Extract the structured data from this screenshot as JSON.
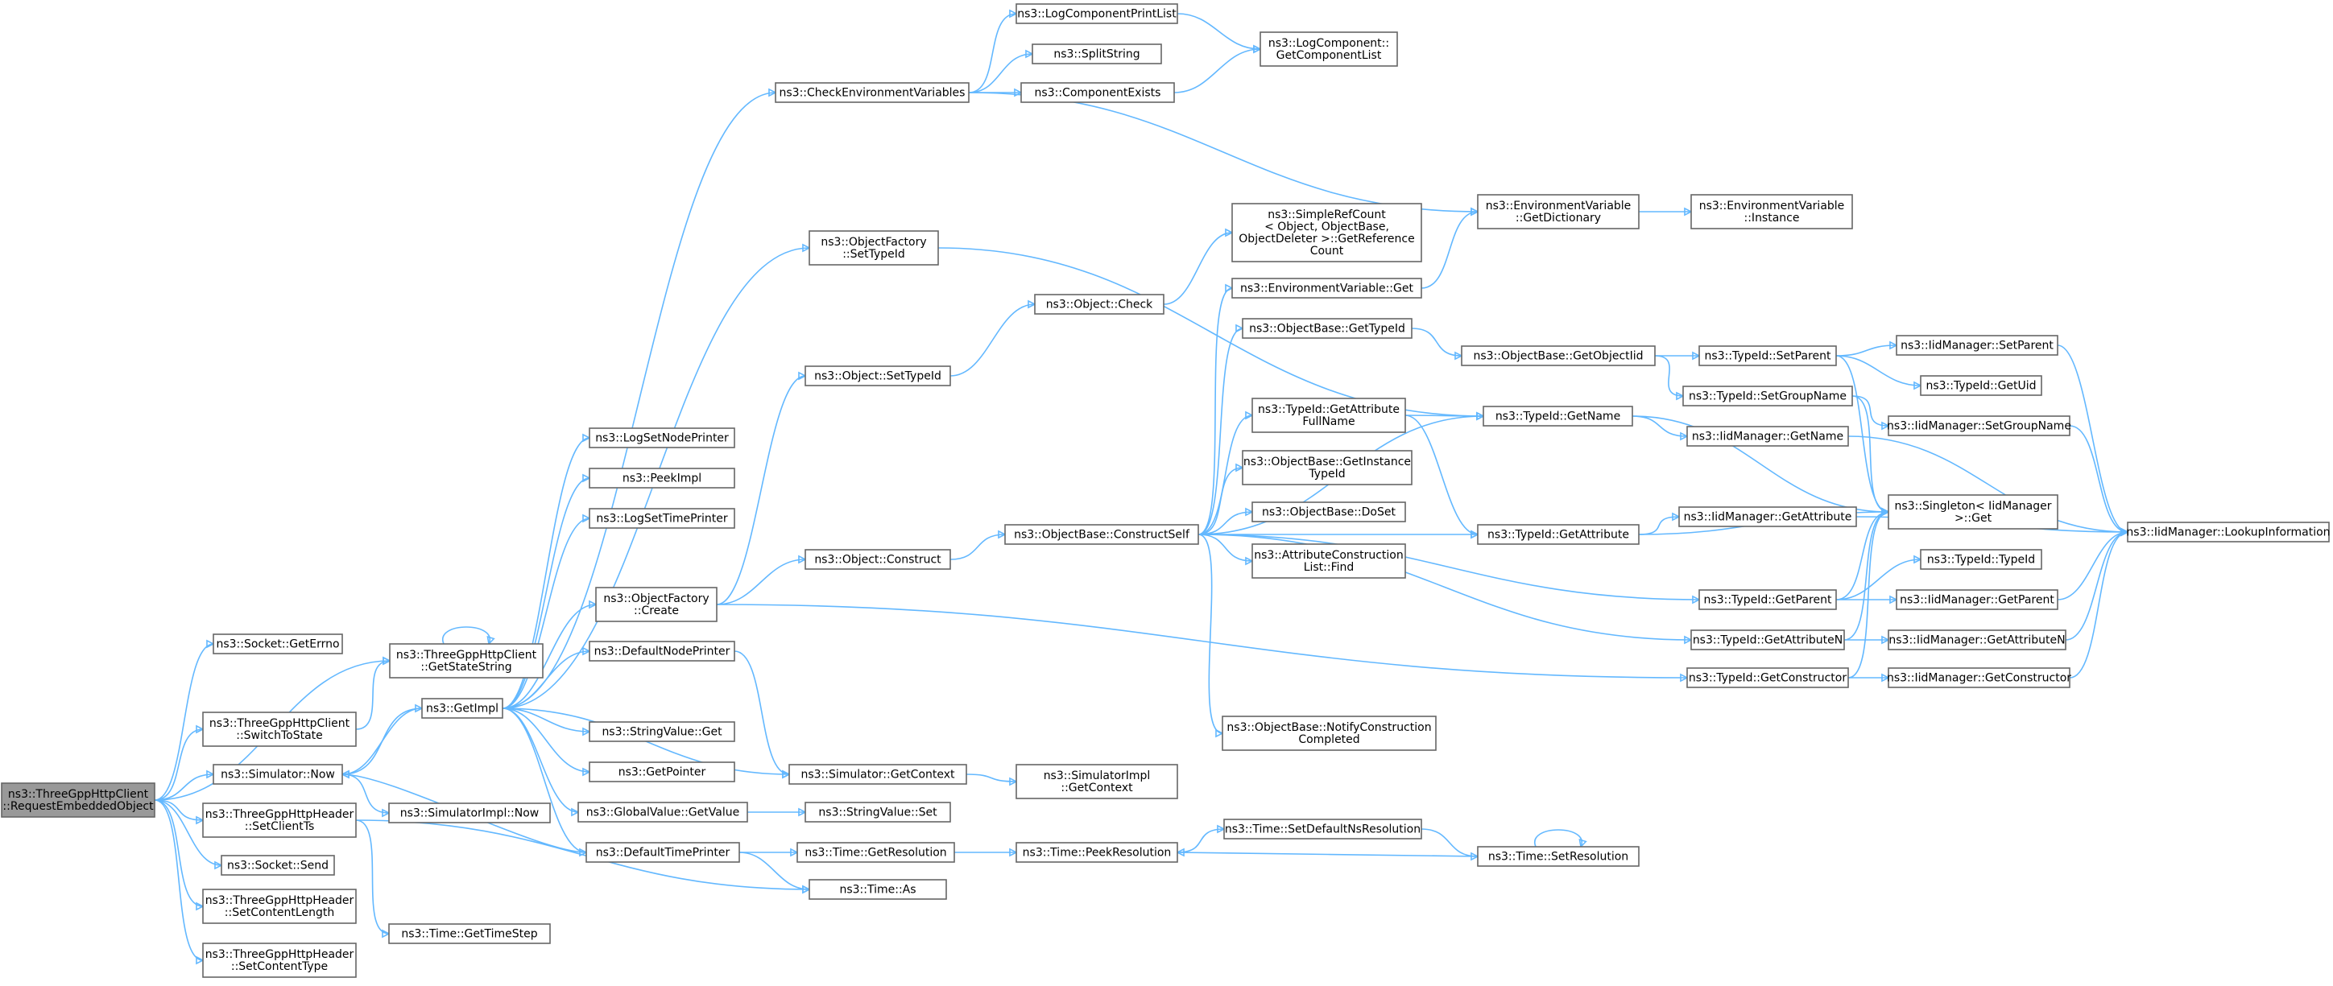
{
  "diagram": {
    "type": "call-graph",
    "colors": {
      "edge": "#63b8ff",
      "node_border": "#666666",
      "root_fill": "#999999",
      "node_fill": "#ffffff"
    },
    "nodes": [
      {
        "id": "root",
        "lines": [
          "ns3::ThreeGppHttpClient",
          "::RequestEmbeddedObject"
        ],
        "root": true
      },
      {
        "id": "sockGetErrno",
        "lines": [
          "ns3::Socket::GetErrno"
        ]
      },
      {
        "id": "getStateString",
        "lines": [
          "ns3::ThreeGppHttpClient",
          "::GetStateString"
        ]
      },
      {
        "id": "switchToState",
        "lines": [
          "ns3::ThreeGppHttpClient",
          "::SwitchToState"
        ]
      },
      {
        "id": "simNow",
        "lines": [
          "ns3::Simulator::Now"
        ]
      },
      {
        "id": "setClientTs",
        "lines": [
          "ns3::ThreeGppHttpHeader",
          "::SetClientTs"
        ]
      },
      {
        "id": "sockSend",
        "lines": [
          "ns3::Socket::Send"
        ]
      },
      {
        "id": "setContentLength",
        "lines": [
          "ns3::ThreeGppHttpHeader",
          "::SetContentLength"
        ]
      },
      {
        "id": "setContentType",
        "lines": [
          "ns3::ThreeGppHttpHeader",
          "::SetContentType"
        ]
      },
      {
        "id": "getImpl",
        "lines": [
          "ns3::GetImpl"
        ]
      },
      {
        "id": "simImplNow",
        "lines": [
          "ns3::SimulatorImpl::Now"
        ]
      },
      {
        "id": "timeGetTimeStep",
        "lines": [
          "ns3::Time::GetTimeStep"
        ]
      },
      {
        "id": "logSetNodePrinter",
        "lines": [
          "ns3::LogSetNodePrinter"
        ]
      },
      {
        "id": "peekImpl",
        "lines": [
          "ns3::PeekImpl"
        ]
      },
      {
        "id": "logSetTimePrinter",
        "lines": [
          "ns3::LogSetTimePrinter"
        ]
      },
      {
        "id": "objFactoryCreate",
        "lines": [
          "ns3::ObjectFactory",
          "::Create"
        ]
      },
      {
        "id": "defaultNodePrinter",
        "lines": [
          "ns3::DefaultNodePrinter"
        ]
      },
      {
        "id": "stringValueGet",
        "lines": [
          "ns3::StringValue::Get"
        ]
      },
      {
        "id": "getPointer",
        "lines": [
          "ns3::GetPointer"
        ]
      },
      {
        "id": "globalValueGetValue",
        "lines": [
          "ns3::GlobalValue::GetValue"
        ]
      },
      {
        "id": "defaultTimePrinter",
        "lines": [
          "ns3::DefaultTimePrinter"
        ]
      },
      {
        "id": "checkEnvVars",
        "lines": [
          "ns3::CheckEnvironmentVariables"
        ]
      },
      {
        "id": "objFactorySetTypeId",
        "lines": [
          "ns3::ObjectFactory",
          "::SetTypeId"
        ]
      },
      {
        "id": "objSetTypeId",
        "lines": [
          "ns3::Object::SetTypeId"
        ]
      },
      {
        "id": "objConstruct",
        "lines": [
          "ns3::Object::Construct"
        ]
      },
      {
        "id": "simGetContext",
        "lines": [
          "ns3::Simulator::GetContext"
        ]
      },
      {
        "id": "stringValueSet",
        "lines": [
          "ns3::StringValue::Set"
        ]
      },
      {
        "id": "timeGetResolution",
        "lines": [
          "ns3::Time::GetResolution"
        ]
      },
      {
        "id": "timeAs",
        "lines": [
          "ns3::Time::As"
        ]
      },
      {
        "id": "logCompPrintList",
        "lines": [
          "ns3::LogComponentPrintList"
        ]
      },
      {
        "id": "splitString",
        "lines": [
          "ns3::SplitString"
        ]
      },
      {
        "id": "componentExists",
        "lines": [
          "ns3::ComponentExists"
        ]
      },
      {
        "id": "objCheck",
        "lines": [
          "ns3::Object::Check"
        ]
      },
      {
        "id": "constructSelf",
        "lines": [
          "ns3::ObjectBase::ConstructSelf"
        ]
      },
      {
        "id": "simImplGetContext",
        "lines": [
          "ns3::SimulatorImpl",
          "::GetContext"
        ]
      },
      {
        "id": "timePeekResolution",
        "lines": [
          "ns3::Time::PeekResolution"
        ]
      },
      {
        "id": "logCompGetList",
        "lines": [
          "ns3::LogComponent::",
          "GetComponentList"
        ]
      },
      {
        "id": "simpleRefCount",
        "lines": [
          "ns3::SimpleRefCount",
          "< Object, ObjectBase,",
          "ObjectDeleter >::GetReference",
          "Count"
        ]
      },
      {
        "id": "envVarGet",
        "lines": [
          "ns3::EnvironmentVariable::Get"
        ]
      },
      {
        "id": "objBaseGetTypeId",
        "lines": [
          "ns3::ObjectBase::GetTypeId"
        ]
      },
      {
        "id": "typeIdGetAttrFullName",
        "lines": [
          "ns3::TypeId::GetAttribute",
          "FullName"
        ]
      },
      {
        "id": "getInstanceTypeId",
        "lines": [
          "ns3::ObjectBase::GetInstance",
          "TypeId"
        ]
      },
      {
        "id": "doSet",
        "lines": [
          "ns3::ObjectBase::DoSet"
        ]
      },
      {
        "id": "attrConstructionListFind",
        "lines": [
          "ns3::AttributeConstruction",
          "List::Find"
        ]
      },
      {
        "id": "notifyConstructionCompleted",
        "lines": [
          "ns3::ObjectBase::NotifyConstruction",
          "Completed"
        ]
      },
      {
        "id": "timeSetDefaultNsRes",
        "lines": [
          "ns3::Time::SetDefaultNsResolution"
        ]
      },
      {
        "id": "envVarGetDictionary",
        "lines": [
          "ns3::EnvironmentVariable",
          "::GetDictionary"
        ]
      },
      {
        "id": "getObjectIid",
        "lines": [
          "ns3::ObjectBase::GetObjectIid"
        ]
      },
      {
        "id": "typeIdGetName",
        "lines": [
          "ns3::TypeId::GetName"
        ]
      },
      {
        "id": "typeIdGetAttribute",
        "lines": [
          "ns3::TypeId::GetAttribute"
        ]
      },
      {
        "id": "timeSetResolution",
        "lines": [
          "ns3::Time::SetResolution"
        ]
      },
      {
        "id": "envVarInstance",
        "lines": [
          "ns3::EnvironmentVariable",
          "::Instance"
        ]
      },
      {
        "id": "typeIdSetParent",
        "lines": [
          "ns3::TypeId::SetParent"
        ]
      },
      {
        "id": "typeIdSetGroupName",
        "lines": [
          "ns3::TypeId::SetGroupName"
        ]
      },
      {
        "id": "typeIdGetParent",
        "lines": [
          "ns3::TypeId::GetParent"
        ]
      },
      {
        "id": "typeIdGetAttributeN",
        "lines": [
          "ns3::TypeId::GetAttributeN"
        ]
      },
      {
        "id": "typeIdGetConstructor",
        "lines": [
          "ns3::TypeId::GetConstructor"
        ]
      },
      {
        "id": "iidMgrGetName",
        "lines": [
          "ns3::IidManager::GetName"
        ]
      },
      {
        "id": "iidMgrGetAttribute",
        "lines": [
          "ns3::IidManager::GetAttribute"
        ]
      },
      {
        "id": "singletonGet",
        "lines": [
          "ns3::Singleton< IidManager",
          ">::Get"
        ]
      },
      {
        "id": "iidMgrSetParent",
        "lines": [
          "ns3::IidManager::SetParent"
        ]
      },
      {
        "id": "typeIdGetUid",
        "lines": [
          "ns3::TypeId::GetUid"
        ]
      },
      {
        "id": "iidMgrSetGroupName",
        "lines": [
          "ns3::IidManager::SetGroupName"
        ]
      },
      {
        "id": "typeIdTypeId",
        "lines": [
          "ns3::TypeId::TypeId"
        ]
      },
      {
        "id": "iidMgrGetParent",
        "lines": [
          "ns3::IidManager::GetParent"
        ]
      },
      {
        "id": "iidMgrGetAttributeN",
        "lines": [
          "ns3::IidManager::GetAttributeN"
        ]
      },
      {
        "id": "iidMgrGetConstructor",
        "lines": [
          "ns3::IidManager::GetConstructor"
        ]
      },
      {
        "id": "iidMgrLookupInfo",
        "lines": [
          "ns3::IidManager::LookupInformation"
        ]
      }
    ],
    "edges": [
      [
        "root",
        "sockGetErrno"
      ],
      [
        "root",
        "getStateString"
      ],
      [
        "root",
        "switchToState"
      ],
      [
        "root",
        "simNow"
      ],
      [
        "root",
        "setClientTs"
      ],
      [
        "root",
        "sockSend"
      ],
      [
        "root",
        "setContentLength"
      ],
      [
        "root",
        "setContentType"
      ],
      [
        "getStateString",
        "getStateString"
      ],
      [
        "switchToState",
        "getStateString"
      ],
      [
        "simNow",
        "getImpl"
      ],
      [
        "simNow",
        "simImplNow"
      ],
      [
        "setClientTs",
        "timeGetTimeStep"
      ],
      [
        "getImpl",
        "logSetNodePrinter"
      ],
      [
        "getImpl",
        "peekImpl"
      ],
      [
        "getImpl",
        "logSetTimePrinter"
      ],
      [
        "getImpl",
        "objFactoryCreate"
      ],
      [
        "getImpl",
        "defaultNodePrinter"
      ],
      [
        "getImpl",
        "stringValueGet"
      ],
      [
        "getImpl",
        "getPointer"
      ],
      [
        "getImpl",
        "globalValueGetValue"
      ],
      [
        "getImpl",
        "defaultTimePrinter"
      ],
      [
        "getImpl",
        "checkEnvVars"
      ],
      [
        "getImpl",
        "objFactorySetTypeId"
      ],
      [
        "getImpl",
        "simGetContext"
      ],
      [
        "getImpl",
        "simNow"
      ],
      [
        "objFactoryCreate",
        "objSetTypeId"
      ],
      [
        "objFactoryCreate",
        "objConstruct"
      ],
      [
        "objFactoryCreate",
        "typeIdGetConstructor"
      ],
      [
        "objFactorySetTypeId",
        "typeIdGetName"
      ],
      [
        "objSetTypeId",
        "objCheck"
      ],
      [
        "objCheck",
        "simpleRefCount"
      ],
      [
        "objConstruct",
        "constructSelf"
      ],
      [
        "defaultNodePrinter",
        "simGetContext"
      ],
      [
        "simGetContext",
        "simImplGetContext"
      ],
      [
        "globalValueGetValue",
        "stringValueSet"
      ],
      [
        "defaultTimePrinter",
        "timeGetResolution"
      ],
      [
        "defaultTimePrinter",
        "timeAs"
      ],
      [
        "defaultTimePrinter",
        "simNow"
      ],
      [
        "setClientTs",
        "timeAs"
      ],
      [
        "timeGetResolution",
        "timePeekResolution"
      ],
      [
        "timePeekResolution",
        "timeSetDefaultNsRes"
      ],
      [
        "timeSetDefaultNsRes",
        "timeSetResolution"
      ],
      [
        "timeSetResolution",
        "timeSetResolution"
      ],
      [
        "timeSetResolution",
        "timePeekResolution"
      ],
      [
        "checkEnvVars",
        "logCompPrintList"
      ],
      [
        "checkEnvVars",
        "splitString"
      ],
      [
        "checkEnvVars",
        "componentExists"
      ],
      [
        "checkEnvVars",
        "envVarGetDictionary"
      ],
      [
        "logCompPrintList",
        "logCompGetList"
      ],
      [
        "componentExists",
        "logCompGetList"
      ],
      [
        "constructSelf",
        "envVarGet"
      ],
      [
        "constructSelf",
        "objBaseGetTypeId"
      ],
      [
        "constructSelf",
        "typeIdGetAttrFullName"
      ],
      [
        "constructSelf",
        "getInstanceTypeId"
      ],
      [
        "constructSelf",
        "doSet"
      ],
      [
        "constructSelf",
        "attrConstructionListFind"
      ],
      [
        "constructSelf",
        "notifyConstructionCompleted"
      ],
      [
        "constructSelf",
        "typeIdGetName"
      ],
      [
        "constructSelf",
        "typeIdGetAttribute"
      ],
      [
        "constructSelf",
        "typeIdGetParent"
      ],
      [
        "constructSelf",
        "typeIdGetAttributeN"
      ],
      [
        "envVarGet",
        "envVarGetDictionary"
      ],
      [
        "envVarGetDictionary",
        "envVarInstance"
      ],
      [
        "objBaseGetTypeId",
        "getObjectIid"
      ],
      [
        "getObjectIid",
        "typeIdSetParent"
      ],
      [
        "getObjectIid",
        "typeIdSetGroupName"
      ],
      [
        "typeIdGetAttrFullName",
        "typeIdGetName"
      ],
      [
        "typeIdGetAttrFullName",
        "typeIdGetAttribute"
      ],
      [
        "typeIdGetName",
        "iidMgrGetName"
      ],
      [
        "typeIdGetName",
        "singletonGet"
      ],
      [
        "typeIdGetAttribute",
        "iidMgrGetAttribute"
      ],
      [
        "typeIdGetAttribute",
        "singletonGet"
      ],
      [
        "typeIdSetParent",
        "iidMgrSetParent"
      ],
      [
        "typeIdSetParent",
        "typeIdGetUid"
      ],
      [
        "typeIdSetParent",
        "singletonGet"
      ],
      [
        "typeIdSetGroupName",
        "iidMgrSetGroupName"
      ],
      [
        "typeIdSetGroupName",
        "singletonGet"
      ],
      [
        "typeIdGetParent",
        "typeIdTypeId"
      ],
      [
        "typeIdGetParent",
        "iidMgrGetParent"
      ],
      [
        "typeIdGetParent",
        "singletonGet"
      ],
      [
        "typeIdGetAttributeN",
        "iidMgrGetAttributeN"
      ],
      [
        "typeIdGetAttributeN",
        "singletonGet"
      ],
      [
        "typeIdGetConstructor",
        "iidMgrGetConstructor"
      ],
      [
        "typeIdGetConstructor",
        "singletonGet"
      ],
      [
        "iidMgrGetName",
        "iidMgrLookupInfo"
      ],
      [
        "iidMgrSetParent",
        "iidMgrLookupInfo"
      ],
      [
        "iidMgrSetGroupName",
        "iidMgrLookupInfo"
      ],
      [
        "iidMgrGetParent",
        "iidMgrLookupInfo"
      ],
      [
        "iidMgrGetAttributeN",
        "iidMgrLookupInfo"
      ],
      [
        "iidMgrGetConstructor",
        "iidMgrLookupInfo"
      ],
      [
        "iidMgrGetAttribute",
        "iidMgrLookupInfo"
      ]
    ]
  }
}
